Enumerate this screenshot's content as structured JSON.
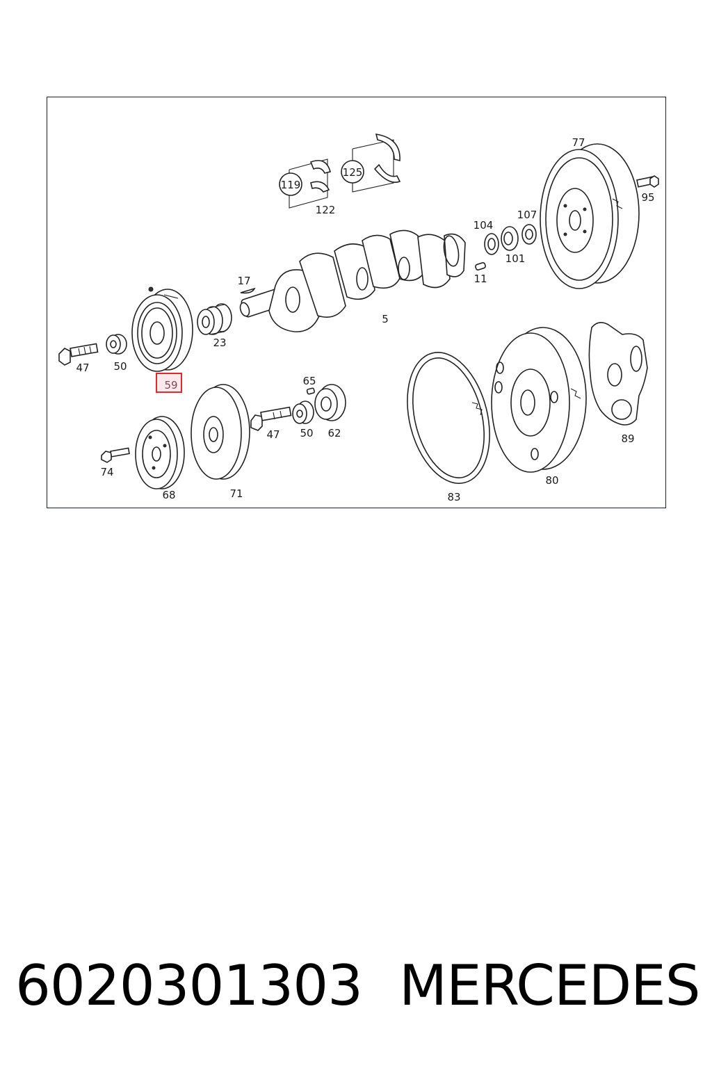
{
  "footer": {
    "part_number": "6020301303",
    "brand": "MERCEDES"
  },
  "highlight": {
    "label": "59",
    "stroke_color": "#e02a2a",
    "fill_color": "#fde8ec"
  },
  "callouts": [
    {
      "id": "77",
      "text": "77"
    },
    {
      "id": "95",
      "text": "95"
    },
    {
      "id": "122",
      "text": "122"
    },
    {
      "id": "104",
      "text": "104"
    },
    {
      "id": "107",
      "text": "107"
    },
    {
      "id": "101",
      "text": "101"
    },
    {
      "id": "11",
      "text": "11"
    },
    {
      "id": "17",
      "text": "17"
    },
    {
      "id": "5",
      "text": "5"
    },
    {
      "id": "23",
      "text": "23"
    },
    {
      "id": "47a",
      "text": "47"
    },
    {
      "id": "50a",
      "text": "50"
    },
    {
      "id": "65",
      "text": "65"
    },
    {
      "id": "47b",
      "text": "47"
    },
    {
      "id": "50b",
      "text": "50"
    },
    {
      "id": "62",
      "text": "62"
    },
    {
      "id": "74",
      "text": "74"
    },
    {
      "id": "68",
      "text": "68"
    },
    {
      "id": "71",
      "text": "71"
    },
    {
      "id": "83",
      "text": "83"
    },
    {
      "id": "80",
      "text": "80"
    },
    {
      "id": "89",
      "text": "89"
    }
  ],
  "circled_callouts": [
    {
      "id": "119",
      "text": "119"
    },
    {
      "id": "125",
      "text": "125"
    }
  ],
  "icons": [
    "crankshaft-icon",
    "flywheel-icon",
    "pulley-icon",
    "bolt-icon",
    "ring-icon",
    "gasket-icon",
    "bearing-shell-icon"
  ]
}
